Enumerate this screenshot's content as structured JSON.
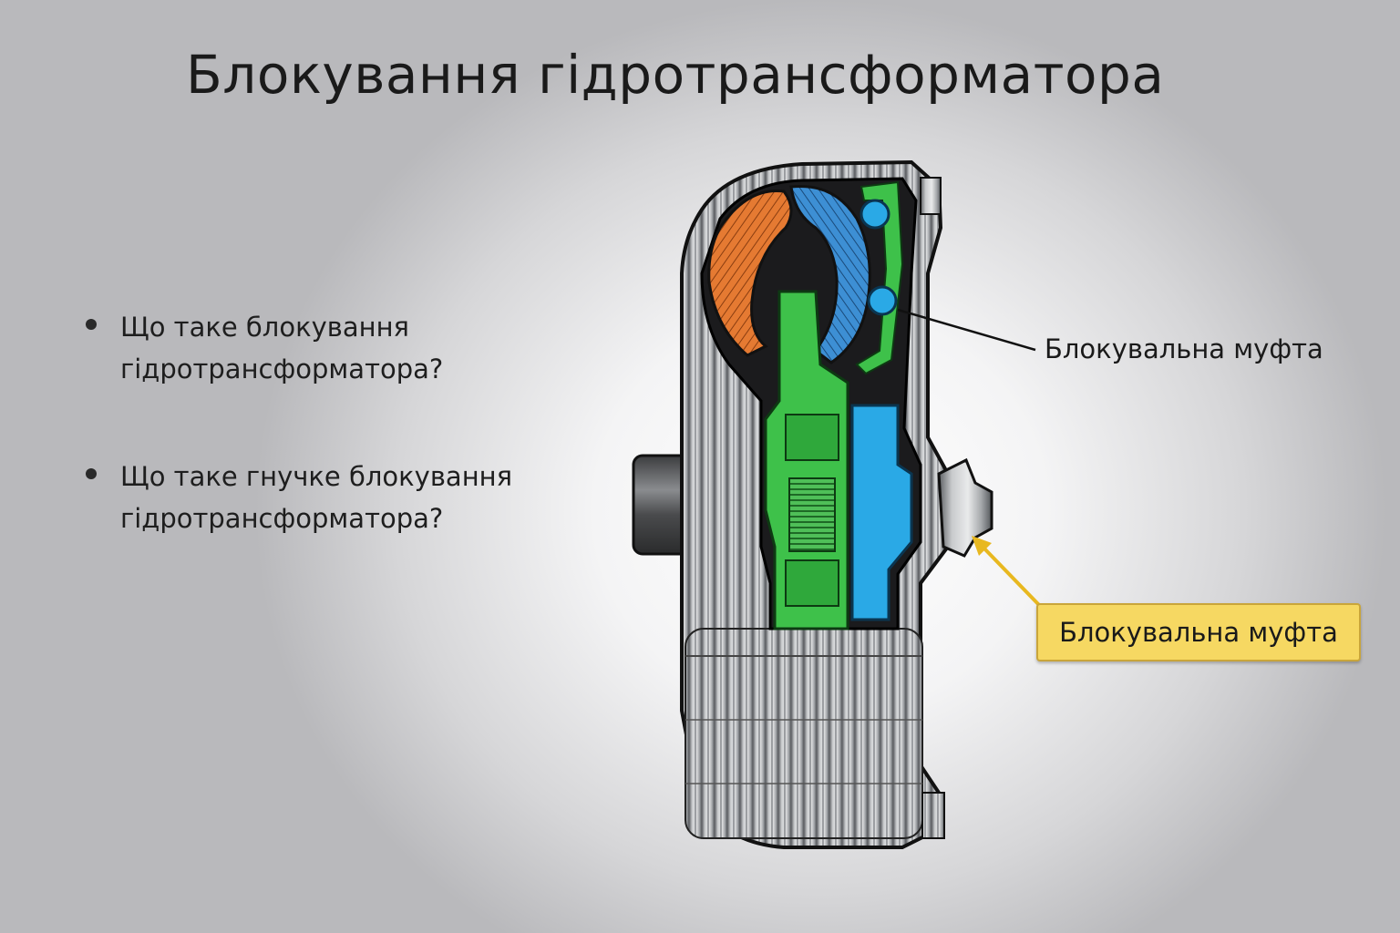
{
  "title": "Блокування гідротрансформатора",
  "bullets": [
    {
      "line1": "Що таке блокування",
      "line2": "гідротрансформатора?"
    },
    {
      "line1": "Що таке гнучке блокування",
      "line2": "гідротрансформатора?"
    }
  ],
  "callouts": {
    "plain": "Блокувальна муфта",
    "highlighted": "Блокувальна муфта"
  },
  "colors": {
    "highlight_box": "#f6d862",
    "arrow": "#e8b820",
    "turbine": "#3d8fd4",
    "pump": "#e57a32",
    "stator": "#3ec14a",
    "clutch_fluid": "#2aa9e6"
  }
}
